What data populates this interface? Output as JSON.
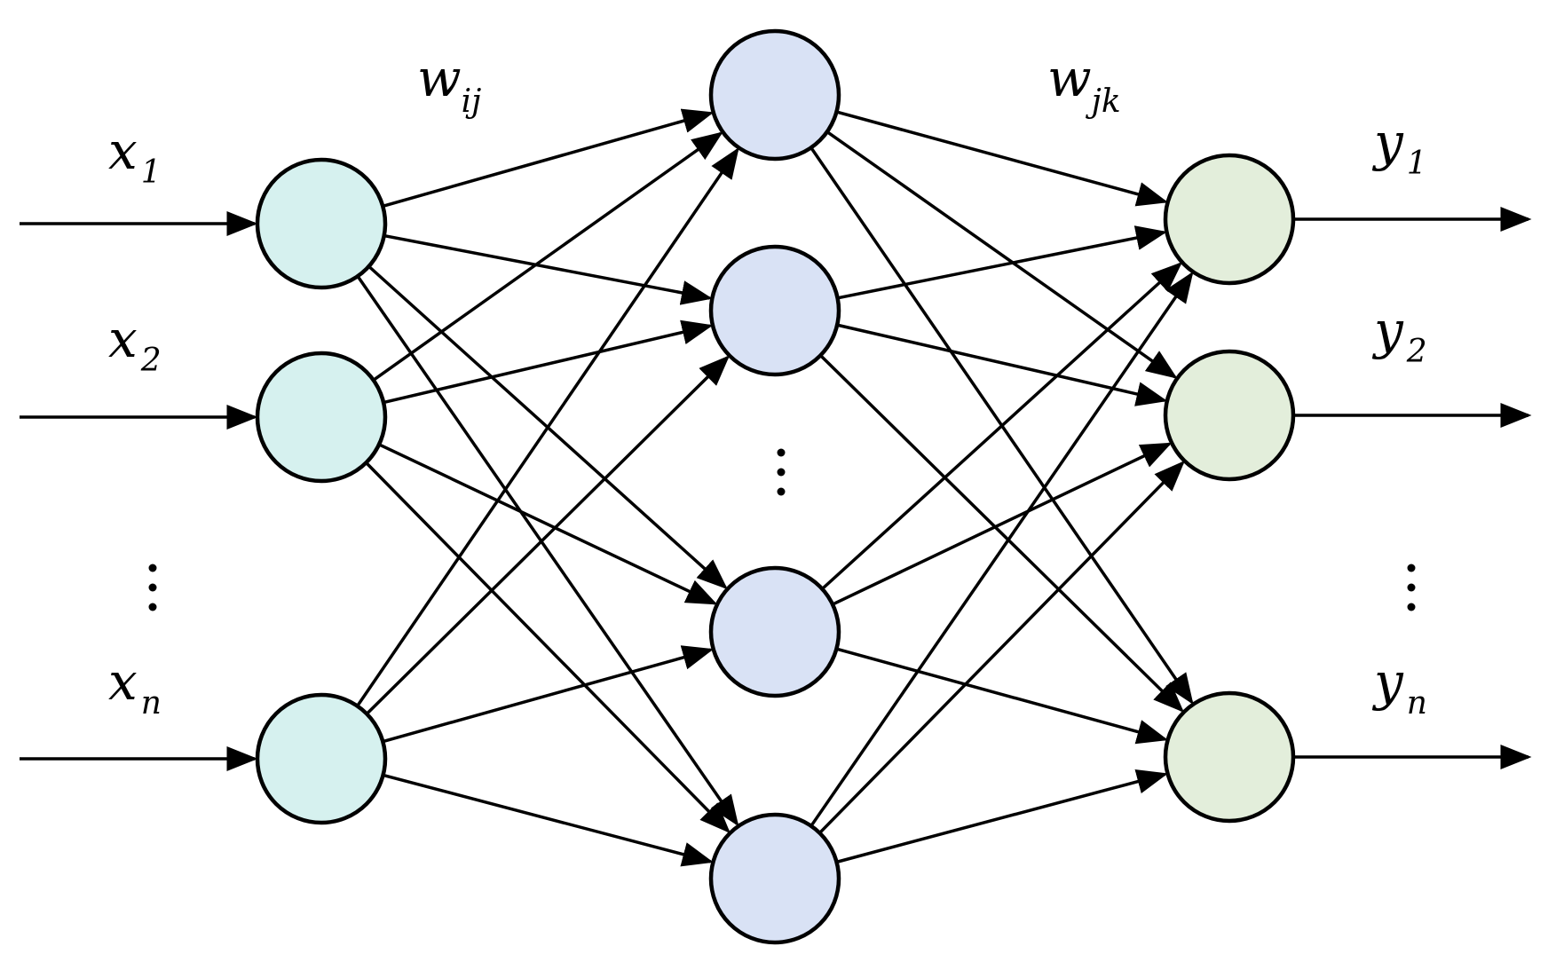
{
  "diagram": {
    "type": "feed-forward-neural-network",
    "colors": {
      "input_fill": "#d6f1ef",
      "hidden_fill": "#d9e2f5",
      "output_fill": "#e3eedb",
      "stroke": "#000000"
    },
    "layers": {
      "input": {
        "nodes": [
          "input-1",
          "input-2",
          "input-n"
        ],
        "labels": [
          {
            "base": "x",
            "sub": "1"
          },
          {
            "base": "x",
            "sub": "2"
          },
          {
            "base": "x",
            "sub": "n"
          }
        ],
        "ellipsis": "⋮"
      },
      "hidden": {
        "nodes": [
          "hidden-1",
          "hidden-2",
          "hidden-3",
          "hidden-4"
        ],
        "ellipsis": "⋮"
      },
      "output": {
        "nodes": [
          "output-1",
          "output-2",
          "output-n"
        ],
        "labels": [
          {
            "base": "y",
            "sub": "1"
          },
          {
            "base": "y",
            "sub": "2"
          },
          {
            "base": "y",
            "sub": "n"
          }
        ],
        "ellipsis": "⋮"
      }
    },
    "weights": {
      "input_to_hidden": {
        "base": "w",
        "sub": "ij"
      },
      "hidden_to_output": {
        "base": "w",
        "sub": "jk"
      }
    },
    "connections": {
      "input_to_hidden": "fully-connected",
      "hidden_to_output": "fully-connected"
    }
  }
}
